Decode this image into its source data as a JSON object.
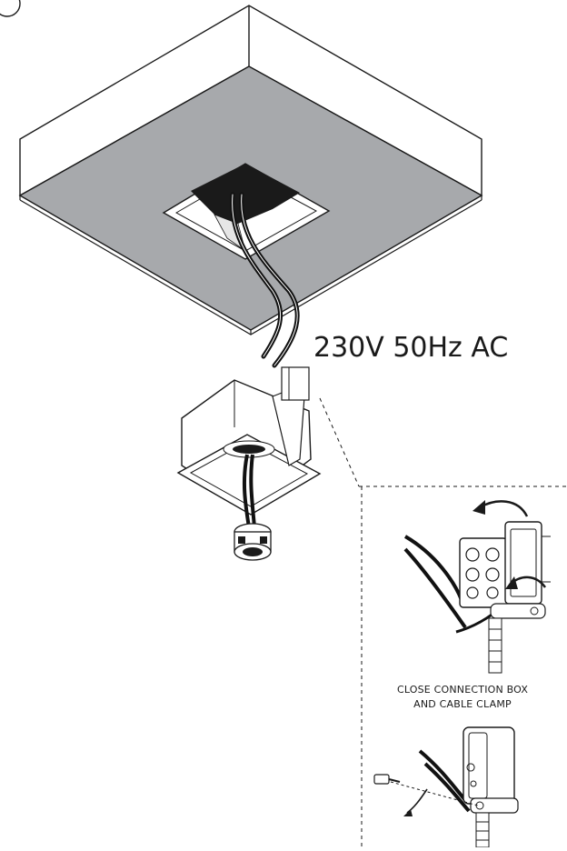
{
  "diagram": {
    "voltage_label": "230V 50Hz AC",
    "instruction_line1": "CLOSE CONNECTION BOX",
    "instruction_line2": "AND CABLE CLAMP",
    "colors": {
      "ceiling": "#a7a9ac",
      "line": "#1a1a1a",
      "cable": "#111111",
      "background": "#ffffff"
    }
  }
}
